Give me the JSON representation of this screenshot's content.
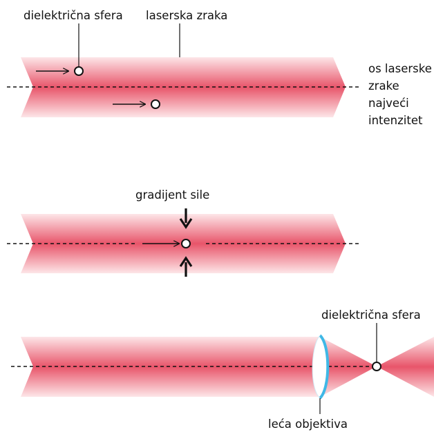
{
  "labels": {
    "sphere_top": "dielektrična sfera",
    "beam_top": "laserska zraka",
    "axis_1": "os laserske",
    "axis_2": "zrake",
    "axis_3": "najveći",
    "axis_4": "intenzitet",
    "gradient": "gradijent sile",
    "sphere_bottom": "dielektrična sfera",
    "lens": "leća objektiva"
  },
  "colors": {
    "beam_core": "#e8556a",
    "beam_edge": "#fde6e8",
    "lens": "#3fb8e6",
    "line": "#111111"
  }
}
